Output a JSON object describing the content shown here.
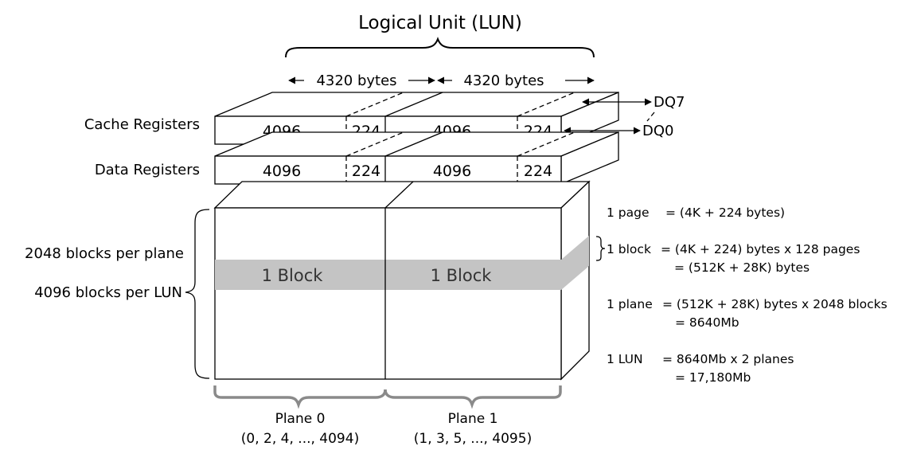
{
  "title": "Logical Unit (LUN)",
  "width_labels": [
    "4320 bytes",
    "4320 bytes"
  ],
  "cache_registers": {
    "label": "Cache Registers",
    "cells": [
      "4096",
      "224",
      "4096",
      "224"
    ]
  },
  "data_registers": {
    "label": "Data Registers",
    "cells": [
      "4096",
      "224",
      "4096",
      "224"
    ]
  },
  "dq_labels": {
    "top": "DQ7",
    "bottom": "DQ0"
  },
  "block_labels": [
    "1 Block",
    "1 Block"
  ],
  "left_labels": {
    "blocks_per_plane": "2048 blocks per plane",
    "blocks_per_lun": "4096 blocks per LUN"
  },
  "notes": {
    "page": {
      "lhs": "1 page",
      "rhs": "= (4K + 224 bytes)"
    },
    "block": {
      "lhs": "1 block",
      "rhs1": "= (4K + 224) bytes x 128 pages",
      "rhs2": "= (512K + 28K) bytes"
    },
    "plane": {
      "lhs": "1 plane",
      "rhs1": "= (512K + 28K) bytes x 2048 blocks",
      "rhs2": "= 8640Mb"
    },
    "lun": {
      "lhs": "1 LUN",
      "rhs1": "= 8640Mb x 2 planes",
      "rhs2": "= 17,180Mb"
    }
  },
  "planes": [
    {
      "name": "Plane 0",
      "blocks": "(0, 2, 4, ..., 4094)"
    },
    {
      "name": "Plane 1",
      "blocks": "(1, 3, 5, ..., 4095)"
    }
  ],
  "colors": {
    "block_band": "#c4c4c4",
    "plane_brace": "#8a8a8a"
  }
}
